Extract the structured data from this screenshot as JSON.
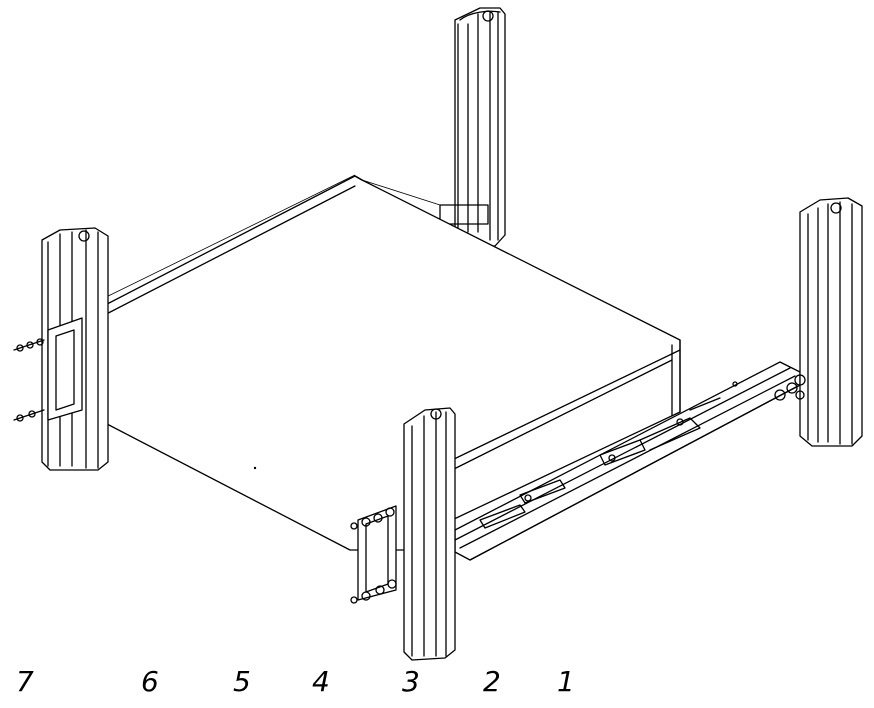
{
  "callouts": [
    "7",
    "6",
    "5",
    "4",
    "3",
    "2",
    "1"
  ]
}
